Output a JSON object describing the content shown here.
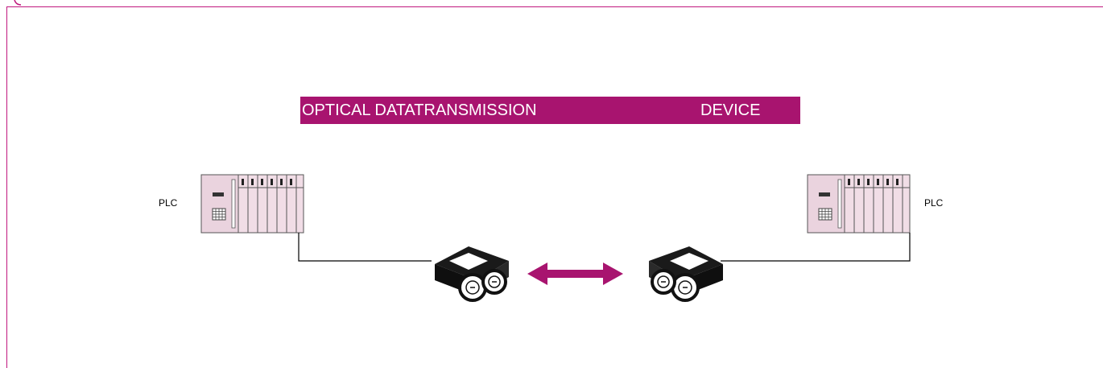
{
  "banner": {
    "title": "OPTICAL DATATRANSMISSION",
    "subtitle": "DEVICE"
  },
  "left_plc": {
    "label": "PLC"
  },
  "right_plc": {
    "label": "PLC"
  },
  "colors": {
    "accent": "#a8146f",
    "frame": "#c0177e",
    "plc_fill": "#f1dde6",
    "line": "#000000"
  }
}
